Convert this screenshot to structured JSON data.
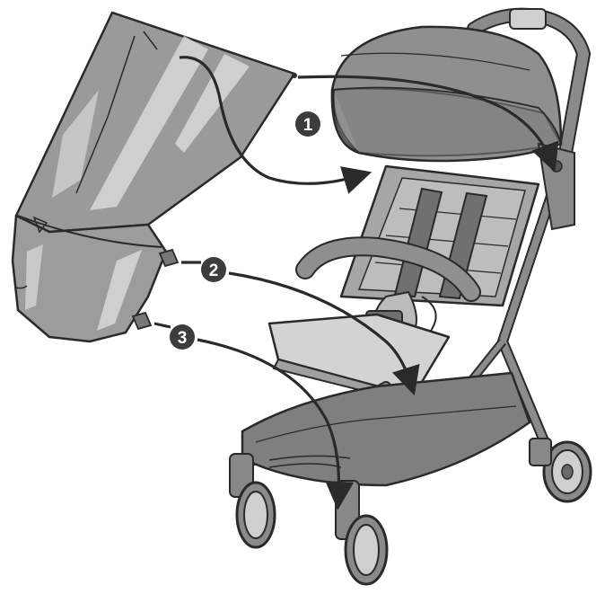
{
  "steps": [
    {
      "number": "1"
    },
    {
      "number": "2"
    },
    {
      "number": "3"
    }
  ],
  "colors": {
    "outline": "#2a2a2a",
    "cover_fill": "#9a9a9a",
    "cover_highlight": "#d8d8d8",
    "canopy": "#8e8e8e",
    "seat": "#a8a8a8",
    "footrest": "#d2d2d2",
    "frame": "#7a7a7a",
    "badge": "#3c3c3c",
    "arrow": "#2a2a2a"
  },
  "icons": {
    "step_badge": "numbered-circle",
    "arrow": "curved-arrow"
  }
}
